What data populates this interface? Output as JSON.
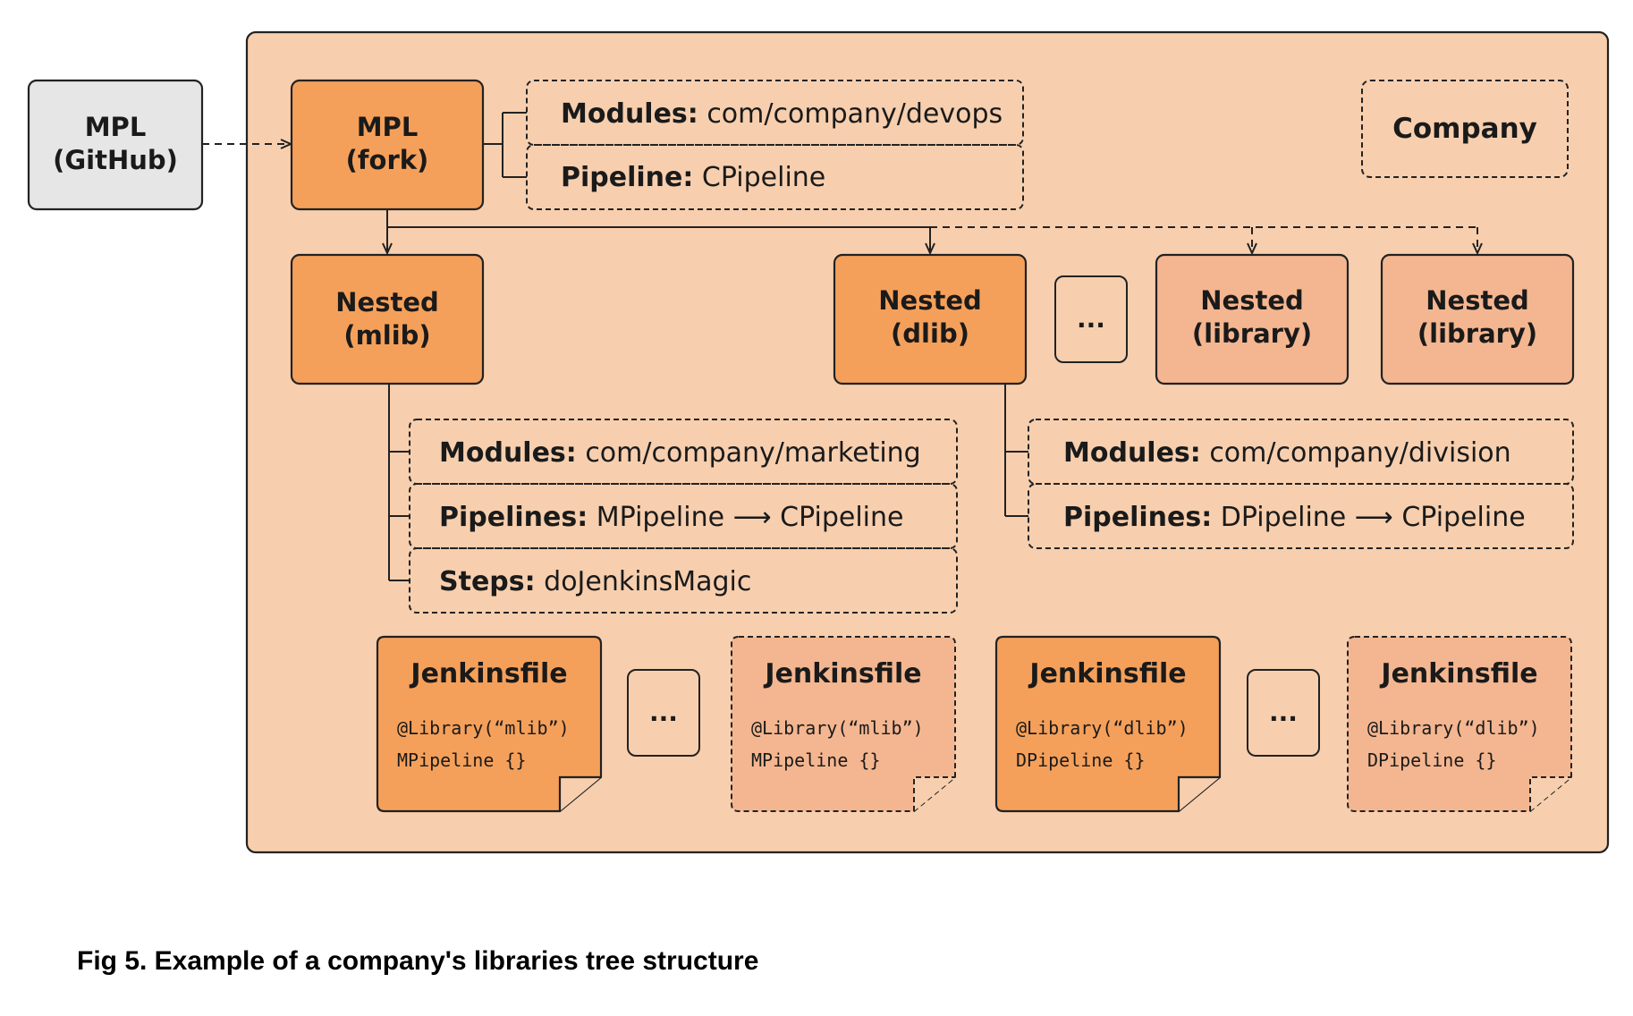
{
  "colors": {
    "container_fill": "#f7cfae",
    "node_dark": "#f5a05a",
    "node_light": "#f4b690",
    "external_fill": "#e6e6e6",
    "stroke": "#222222"
  },
  "nodes": {
    "mpl_github": [
      "MPL",
      "(GitHub)"
    ],
    "mpl_fork": [
      "MPL",
      "(fork)"
    ],
    "company": "Company",
    "nested_mlib": [
      "Nested",
      "(mlib)"
    ],
    "nested_dlib": [
      "Nested",
      "(dlib)"
    ],
    "nested_library_1": [
      "Nested",
      "(library)"
    ],
    "nested_library_2": [
      "Nested",
      "(library)"
    ],
    "ellipsis": "..."
  },
  "fork_details": [
    {
      "key": "Modules:",
      "value": " com/company/devops"
    },
    {
      "key": "Pipeline:",
      "value": " CPipeline"
    }
  ],
  "mlib_details": [
    {
      "key": "Modules:",
      "value": " com/company/marketing"
    },
    {
      "key": "Pipelines:",
      "value": " MPipeline ⟶ CPipeline"
    },
    {
      "key": "Steps:",
      "value": " doJenkinsMagic"
    }
  ],
  "dlib_details": [
    {
      "key": "Modules:",
      "value": " com/company/division"
    },
    {
      "key": "Pipelines:",
      "value": " DPipeline ⟶ CPipeline"
    }
  ],
  "jenkinsfiles": [
    {
      "title": "Jenkinsfile",
      "line1": "@Library(“mlib”)",
      "line2": "MPipeline {}"
    },
    {
      "title": "Jenkinsfile",
      "line1": "@Library(“mlib”)",
      "line2": "MPipeline {}"
    },
    {
      "title": "Jenkinsfile",
      "line1": "@Library(“dlib”)",
      "line2": "DPipeline {}"
    },
    {
      "title": "Jenkinsfile",
      "line1": "@Library(“dlib”)",
      "line2": "DPipeline {}"
    }
  ],
  "caption": "Fig 5. Example of a company's libraries tree structure"
}
